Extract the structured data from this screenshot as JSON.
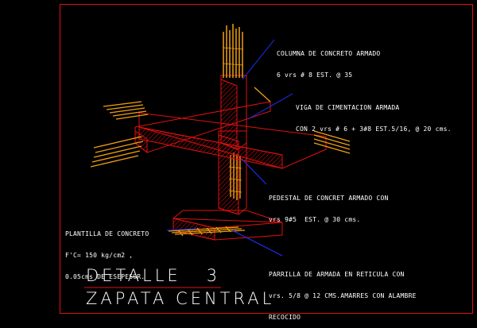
{
  "labels": {
    "columna": [
      "COLUMNA DE CONCRETO ARMADO",
      "6 vrs # 8 EST. @ 35"
    ],
    "viga": [
      "VIGA DE CIMENTACION ARMADA",
      "CON 2 vrs # 6 + 3#8 EST.5/16, @ 20 cms."
    ],
    "pedestal": [
      "PEDESTAL DE CONCRET ARMADO CON",
      "vrs 9#5  EST. @ 30 cms."
    ],
    "plantilla": [
      "PLANTILLA DE CONCRETO",
      "F'C= 150 kg/cm2 ,",
      "0.05cms DE ESEPESOR."
    ],
    "parrilla": [
      "PARRILLA DE ARMADA EN RETICULA CON",
      "vrs. 5/8 @ 12 CMS.AMARRES CON ALAMBRE",
      "RECOCIDO"
    ]
  },
  "title": {
    "line1": "DETALLE   3",
    "line2": "ZAPATA CENTRAL"
  },
  "colors": {
    "concrete": "#e01010",
    "rebar": "#f0a010",
    "leader": "#2030ff",
    "text": "#ffffff"
  }
}
